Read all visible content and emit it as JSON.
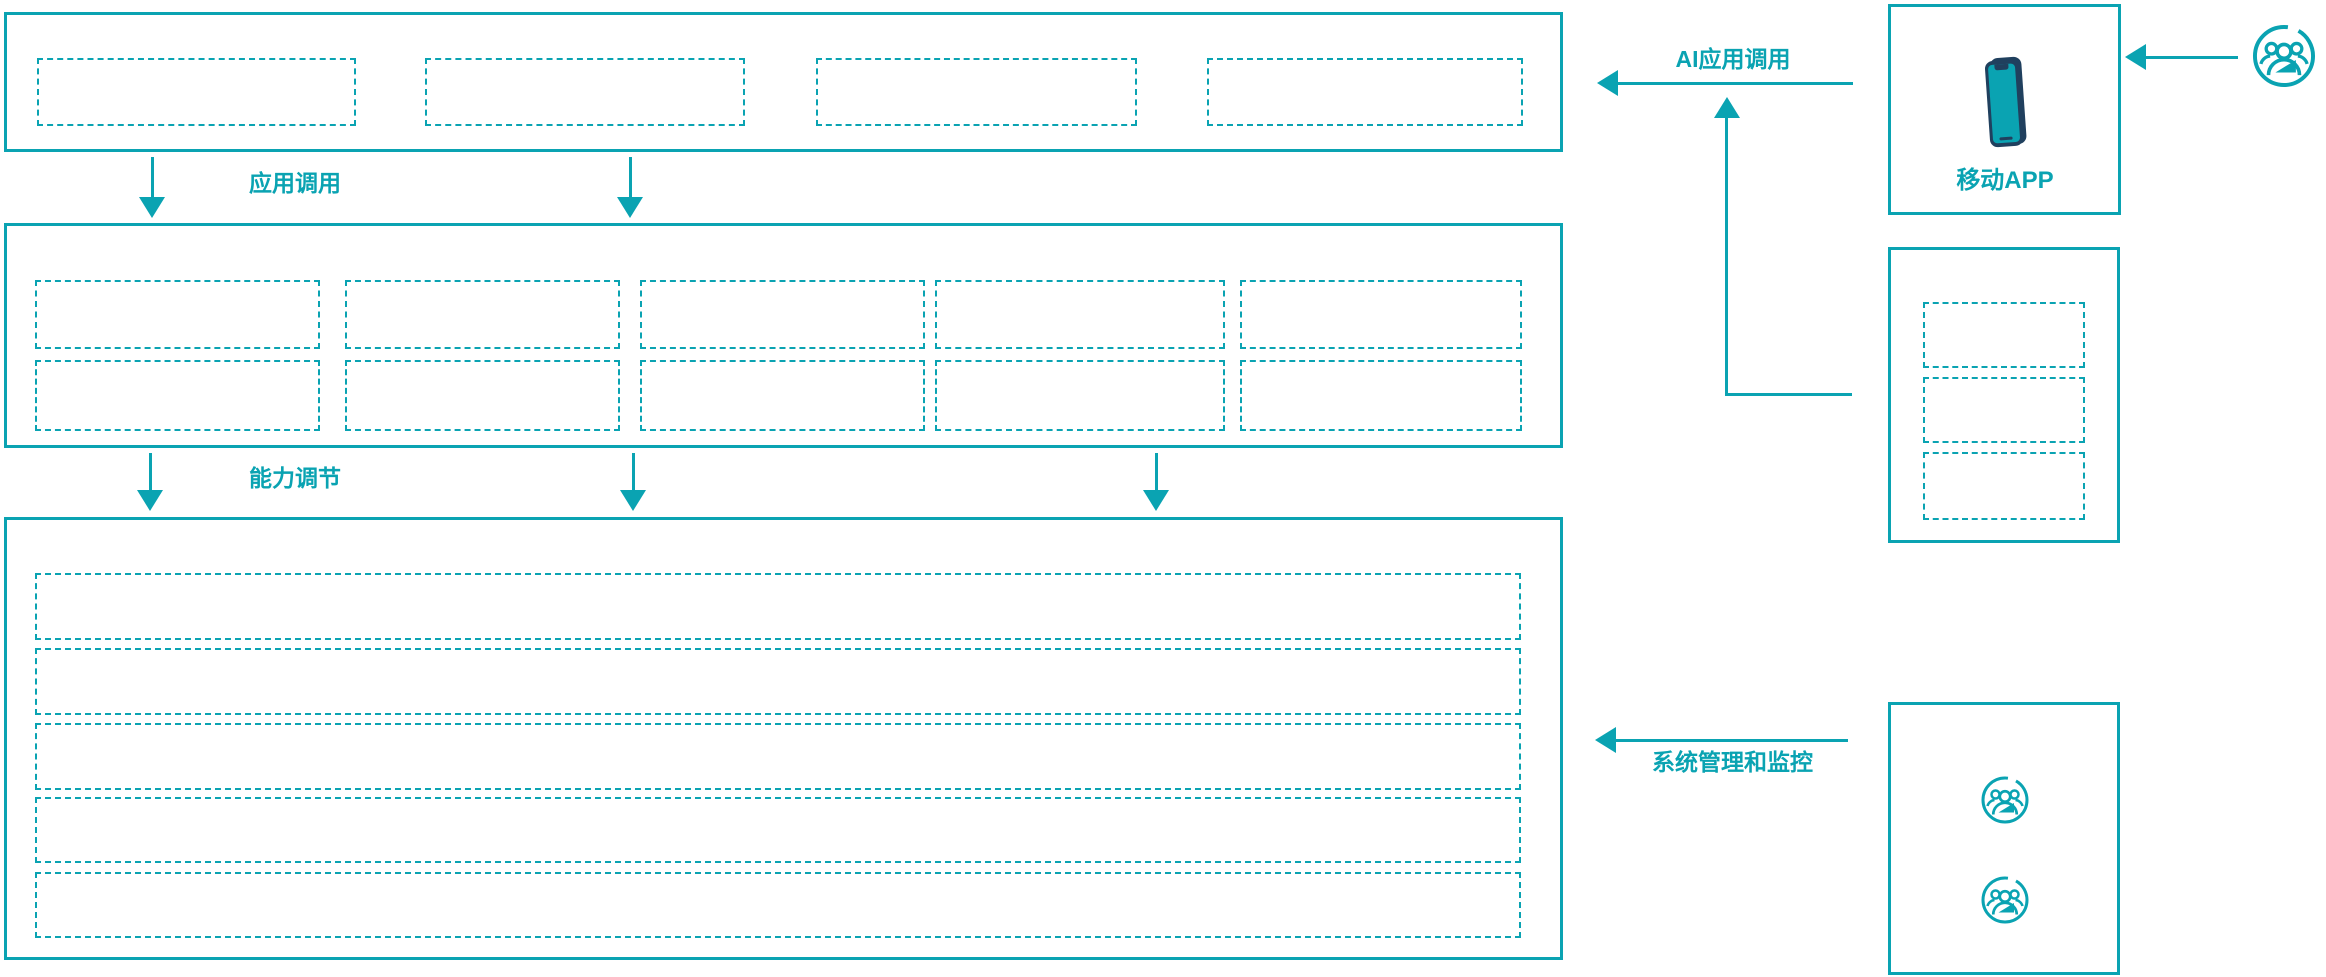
{
  "diagram": {
    "flow_labels": {
      "app_call": "应用调用",
      "capability_adjust": "能力调节",
      "ai_app_call": "AI应用调用",
      "system_management": "系统管理和监控"
    },
    "layers": {
      "application_layer": {
        "placeholder_count": 4
      },
      "capability_layer": {
        "placeholder_rows": 2,
        "placeholder_cols": 5
      },
      "resource_layer": {
        "placeholder_rows": 5
      }
    },
    "right_column": {
      "mobile_panel": {
        "label": "移动APP",
        "icon": "smartphone-icon"
      },
      "module_panel": {
        "placeholder_count": 3
      },
      "operator_panel": {
        "icon": "user-group-icon",
        "icon_count": 2
      }
    },
    "actors": {
      "external_user": {
        "icon": "user-group-icon"
      }
    },
    "colors": {
      "teal": "#0aa3b2",
      "navy": "#20405e"
    }
  }
}
